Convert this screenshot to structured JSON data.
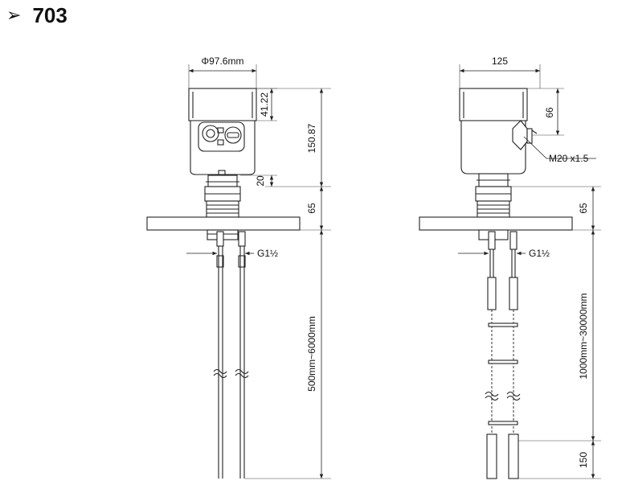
{
  "header": {
    "bullet": "➢",
    "model": "703"
  },
  "left_view": {
    "diameter": "Φ97.6mm",
    "cap_height": "41.22",
    "housing_height": "150.87",
    "neck_height": "20",
    "flange_height": "65",
    "thread": "G1½",
    "rod_length": "500mm~6000mm"
  },
  "right_view": {
    "width": "125",
    "gland_height": "66",
    "gland_thread": "M20 x1.5",
    "flange_height": "65",
    "thread": "G1½",
    "cable_length": "1000mm~30000mm",
    "weight_length": "150"
  }
}
